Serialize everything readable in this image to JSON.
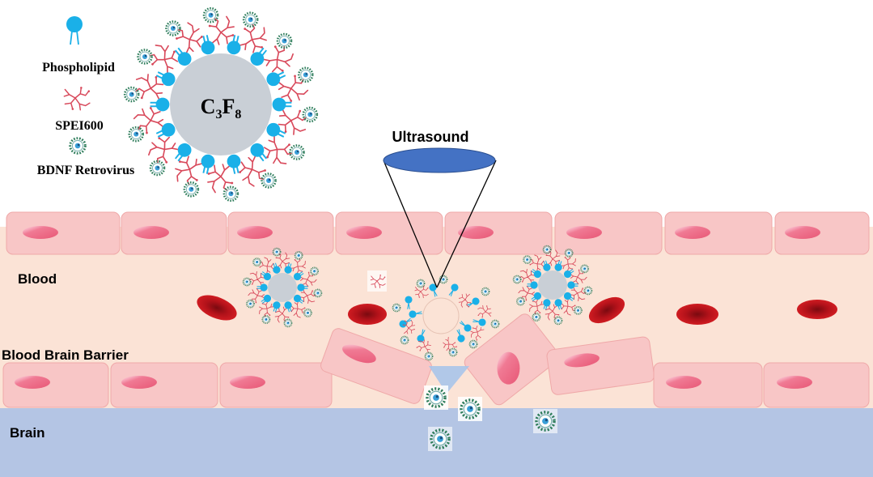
{
  "legend": {
    "phospholipid": "Phospholipid",
    "spei600": "SPEI600",
    "bdnf_retrovirus": "BDNF Retrovirus"
  },
  "microbubble": {
    "core_main": "C",
    "core_sub1": "3",
    "core_f": "F",
    "core_sub2": "8"
  },
  "labels": {
    "ultrasound": "Ultrasound",
    "blood": "Blood",
    "bbb": "Blood Brain Barrier",
    "brain": "Brain"
  },
  "colors": {
    "vessel_bg": "#fbe3d6",
    "brain_bg": "#b4c5e4",
    "endothelial_cell": "#f8c6c6",
    "cell_border": "#efa8a8",
    "nucleus": "#ee6a86",
    "red_blood_cell": "#c4141c",
    "phospholipid": "#1ab0e8",
    "spei600": "#d8485a",
    "retrovirus_shell": "#2e7d5b",
    "bubble_core": "#c9cfd6",
    "ultrasound_transducer": "#4472c4",
    "gap_triangle": "#a8c4ea"
  }
}
